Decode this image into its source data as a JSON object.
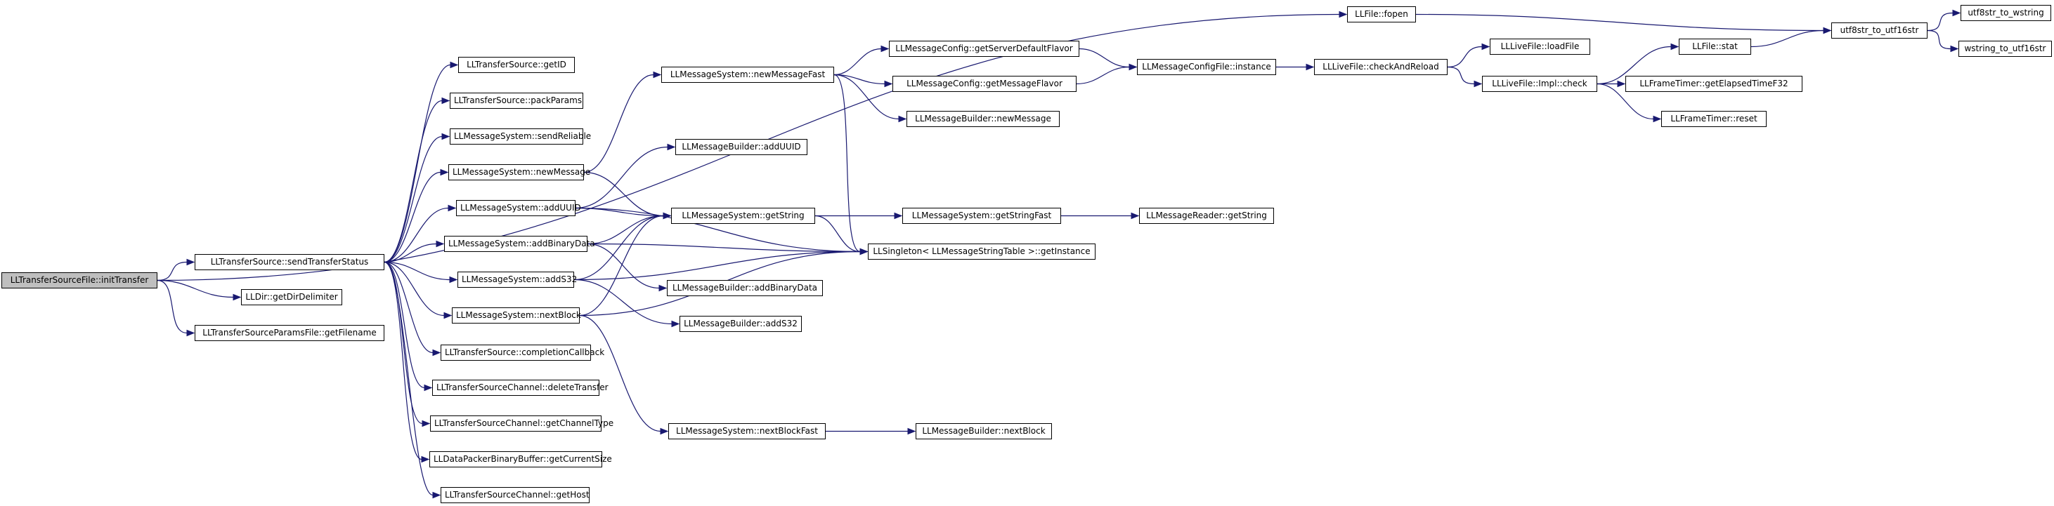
{
  "colors": {
    "edge": "#191970",
    "root_fill": "#bfbfbf",
    "node_fill": "#ffffff",
    "border": "#000000"
  },
  "nodes": [
    {
      "id": "root",
      "label": "LLTransferSourceFile::initTransfer",
      "root": true
    },
    {
      "id": "sts",
      "label": "LLTransferSource::sendTransferStatus"
    },
    {
      "id": "dir",
      "label": "LLDir::getDirDelimiter"
    },
    {
      "id": "pfile",
      "label": "LLTransferSourceParamsFile::getFilename"
    },
    {
      "id": "fopen",
      "label": "LLFile::fopen"
    },
    {
      "id": "getid",
      "label": "LLTransferSource::getID"
    },
    {
      "id": "pack",
      "label": "LLTransferSource::packParams"
    },
    {
      "id": "rel",
      "label": "LLMessageSystem::sendReliable"
    },
    {
      "id": "newmsg",
      "label": "LLMessageSystem::newMessage"
    },
    {
      "id": "adduuid",
      "label": "LLMessageSystem::addUUID"
    },
    {
      "id": "addbin",
      "label": "LLMessageSystem::addBinaryData"
    },
    {
      "id": "adds32",
      "label": "LLMessageSystem::addS32"
    },
    {
      "id": "nextblk",
      "label": "LLMessageSystem::nextBlock"
    },
    {
      "id": "compl",
      "label": "LLTransferSource::completionCallback"
    },
    {
      "id": "deltr",
      "label": "LLTransferSourceChannel::deleteTransfer"
    },
    {
      "id": "chtype",
      "label": "LLTransferSourceChannel::getChannelType"
    },
    {
      "id": "cursz",
      "label": "LLDataPackerBinaryBuffer::getCurrentSize"
    },
    {
      "id": "host",
      "label": "LLTransferSourceChannel::getHost"
    },
    {
      "id": "nmf",
      "label": "LLMessageSystem::newMessageFast"
    },
    {
      "id": "mbuuid",
      "label": "LLMessageBuilder::addUUID"
    },
    {
      "id": "getstr",
      "label": "LLMessageSystem::getString"
    },
    {
      "id": "mbbin",
      "label": "LLMessageBuilder::addBinaryData"
    },
    {
      "id": "mbs32",
      "label": "LLMessageBuilder::addS32"
    },
    {
      "id": "nbf",
      "label": "LLMessageSystem::nextBlockFast"
    },
    {
      "id": "singl",
      "label": "LLSingleton< LLMessageStringTable >::getInstance"
    },
    {
      "id": "gsf",
      "label": "LLMessageSystem::getStringFast"
    },
    {
      "id": "mbnb",
      "label": "LLMessageBuilder::nextBlock"
    },
    {
      "id": "mrgs",
      "label": "LLMessageReader::getString"
    },
    {
      "id": "sdf",
      "label": "LLMessageConfig::getServerDefaultFlavor"
    },
    {
      "id": "gmf",
      "label": "LLMessageConfig::getMessageFlavor"
    },
    {
      "id": "mbnm",
      "label": "LLMessageBuilder::newMessage"
    },
    {
      "id": "mcinst",
      "label": "LLMessageConfigFile::instance"
    },
    {
      "id": "lfcr",
      "label": "LLLiveFile::checkAndReload"
    },
    {
      "id": "lfload",
      "label": "LLLiveFile::loadFile"
    },
    {
      "id": "lfimpl",
      "label": "LLLiveFile::Impl::check"
    },
    {
      "id": "fstat",
      "label": "LLFile::stat"
    },
    {
      "id": "ftelap",
      "label": "LLFrameTimer::getElapsedTimeF32"
    },
    {
      "id": "ftreset",
      "label": "LLFrameTimer::reset"
    },
    {
      "id": "u8u16",
      "label": "utf8str_to_utf16str"
    },
    {
      "id": "u8ws",
      "label": "utf8str_to_wstring"
    },
    {
      "id": "wsu16",
      "label": "wstring_to_utf16str"
    }
  ],
  "edges": [
    [
      "root",
      "sts"
    ],
    [
      "root",
      "dir"
    ],
    [
      "root",
      "pfile"
    ],
    [
      "root",
      "fopen"
    ],
    [
      "sts",
      "getid"
    ],
    [
      "sts",
      "pack"
    ],
    [
      "sts",
      "rel"
    ],
    [
      "sts",
      "newmsg"
    ],
    [
      "sts",
      "adduuid"
    ],
    [
      "sts",
      "addbin"
    ],
    [
      "sts",
      "adds32"
    ],
    [
      "sts",
      "nextblk"
    ],
    [
      "sts",
      "compl"
    ],
    [
      "sts",
      "deltr"
    ],
    [
      "sts",
      "chtype"
    ],
    [
      "sts",
      "cursz"
    ],
    [
      "sts",
      "host"
    ],
    [
      "newmsg",
      "nmf"
    ],
    [
      "newmsg",
      "getstr"
    ],
    [
      "adduuid",
      "mbuuid"
    ],
    [
      "adduuid",
      "getstr"
    ],
    [
      "adduuid",
      "singl"
    ],
    [
      "addbin",
      "getstr"
    ],
    [
      "addbin",
      "mbbin"
    ],
    [
      "addbin",
      "singl"
    ],
    [
      "adds32",
      "getstr"
    ],
    [
      "adds32",
      "mbs32"
    ],
    [
      "adds32",
      "singl"
    ],
    [
      "nextblk",
      "getstr"
    ],
    [
      "nextblk",
      "nbf"
    ],
    [
      "nextblk",
      "singl"
    ],
    [
      "getstr",
      "gsf"
    ],
    [
      "getstr",
      "singl"
    ],
    [
      "gsf",
      "mrgs"
    ],
    [
      "nbf",
      "mbnb"
    ],
    [
      "nmf",
      "sdf"
    ],
    [
      "nmf",
      "gmf"
    ],
    [
      "nmf",
      "mbnm"
    ],
    [
      "nmf",
      "singl"
    ],
    [
      "sdf",
      "mcinst"
    ],
    [
      "gmf",
      "mcinst"
    ],
    [
      "mcinst",
      "lfcr"
    ],
    [
      "lfcr",
      "lfload"
    ],
    [
      "lfcr",
      "lfimpl"
    ],
    [
      "lfimpl",
      "fstat"
    ],
    [
      "lfimpl",
      "ftelap"
    ],
    [
      "lfimpl",
      "ftreset"
    ],
    [
      "fstat",
      "u8u16"
    ],
    [
      "fopen",
      "u8u16"
    ],
    [
      "u8u16",
      "u8ws"
    ],
    [
      "u8u16",
      "wsu16"
    ]
  ]
}
